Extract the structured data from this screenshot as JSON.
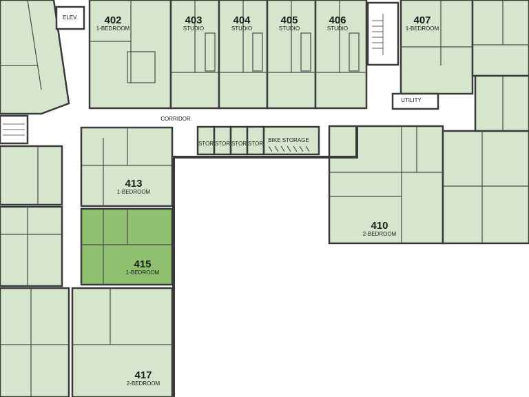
{
  "colors": {
    "unit_fill": "#d5e6cc",
    "highlight_fill": "#8fc06f",
    "wall": "#3a3a3a",
    "corridor": "#ffffff"
  },
  "plan": {
    "corridor_label": "CORRIDOR",
    "elevator_label": "ELEV.",
    "utility_label": "UTILITY",
    "bike_storage_label": "BIKE STORAGE",
    "storage_label": "STOR",
    "units": [
      {
        "key": "u402",
        "number": "402",
        "type": "1-BEDROOM"
      },
      {
        "key": "u403",
        "number": "403",
        "type": "STUDIO"
      },
      {
        "key": "u404",
        "number": "404",
        "type": "STUDIO"
      },
      {
        "key": "u405",
        "number": "405",
        "type": "STUDIO"
      },
      {
        "key": "u406",
        "number": "406",
        "type": "STUDIO"
      },
      {
        "key": "u407",
        "number": "407",
        "type": "1-BEDROOM"
      },
      {
        "key": "u410",
        "number": "410",
        "type": "2-BEDROOM"
      },
      {
        "key": "u413",
        "number": "413",
        "type": "1-BEDROOM"
      },
      {
        "key": "u415",
        "number": "415",
        "type": "1-BEDROOM"
      },
      {
        "key": "u417",
        "number": "417",
        "type": "2-BEDROOM"
      }
    ],
    "highlighted_unit": "415"
  }
}
